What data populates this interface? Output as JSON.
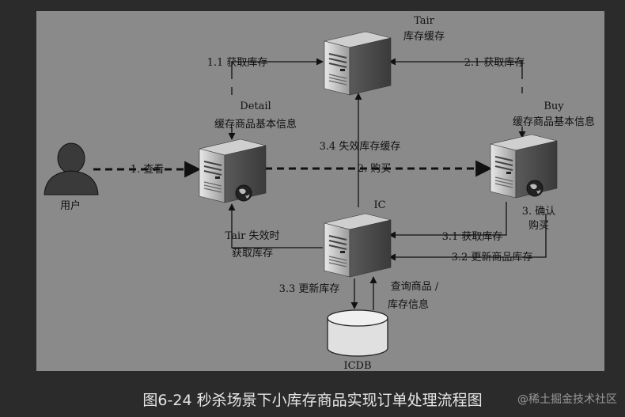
{
  "nodes": {
    "tair": {
      "title": "Tair",
      "subtitle": "库存缓存"
    },
    "detail": {
      "title": "Detail",
      "subtitle": "缓存商品基本信息"
    },
    "buy": {
      "title": "Buy",
      "subtitle": "缓存商品基本信息"
    },
    "ic": {
      "title": "IC"
    },
    "icdb": {
      "title": "ICDB"
    },
    "user": {
      "title": "用户"
    }
  },
  "edges": {
    "view": "1. 查看",
    "purchase": "2. 购买",
    "detail_get_stock": "1.1 获取库存",
    "buy_get_stock": "2.1 获取库存",
    "invalidate_cache": "3.4 失效库存缓存",
    "tair_fail_line1": "Tair 失效时",
    "tair_fail_line2": "获取库存",
    "confirm_line1": "3. 确认",
    "confirm_line2": "购买",
    "ic_get_stock": "3.1 获取库存",
    "ic_update_stock": "3.2 更新商品库存",
    "update_stock": "3.3 更新库存",
    "query_line1": "查询商品 /",
    "query_line2": "库存信息"
  },
  "caption": "图6-24 秒杀场景下小库存商品实现订单处理流程图",
  "watermark": "@稀土掘金技术社区",
  "colors": {
    "panel": "#8a8a8a",
    "background": "#2b2b2b",
    "server_body": "#6a6a6a",
    "arrow": "#111111"
  }
}
